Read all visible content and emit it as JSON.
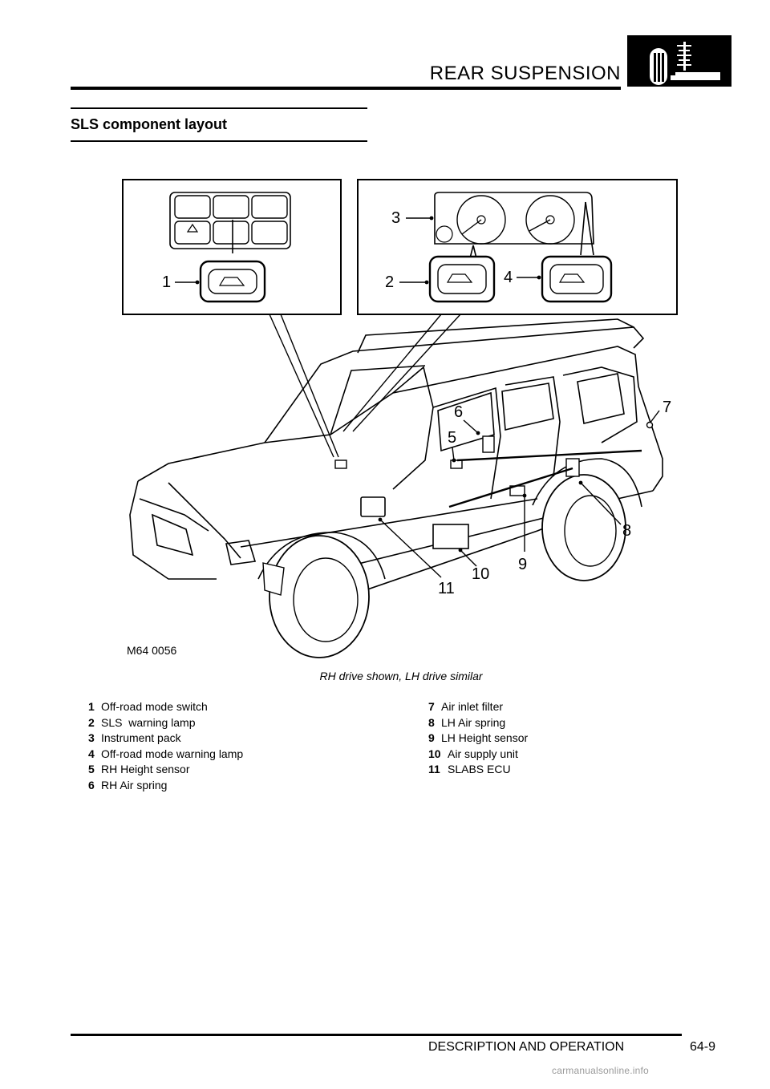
{
  "header": {
    "title": "REAR SUSPENSION"
  },
  "section": {
    "title": "SLS component layout"
  },
  "figure": {
    "callouts": [
      "1",
      "2",
      "3",
      "4",
      "5",
      "6",
      "7",
      "8",
      "9",
      "10",
      "11"
    ],
    "code": "M64 0056",
    "caption": "RH drive shown, LH drive similar"
  },
  "legend": {
    "left": [
      {
        "num": "1",
        "label": "Off-road mode switch"
      },
      {
        "num": "2",
        "label": "SLS  warning lamp"
      },
      {
        "num": "3",
        "label": "Instrument pack"
      },
      {
        "num": "4",
        "label": "Off-road mode warning lamp"
      },
      {
        "num": "5",
        "label": "RH Height sensor"
      },
      {
        "num": "6",
        "label": "RH Air spring"
      }
    ],
    "right": [
      {
        "num": "7",
        "label": "Air inlet filter"
      },
      {
        "num": "8",
        "label": "LH Air spring"
      },
      {
        "num": "9",
        "label": "LH Height sensor"
      },
      {
        "num": "10",
        "label": "Air supply unit"
      },
      {
        "num": "11",
        "label": "SLABS ECU"
      }
    ]
  },
  "footer": {
    "section": "DESCRIPTION AND OPERATION",
    "page": "64-9"
  },
  "watermark": "carmanualsonline.info"
}
